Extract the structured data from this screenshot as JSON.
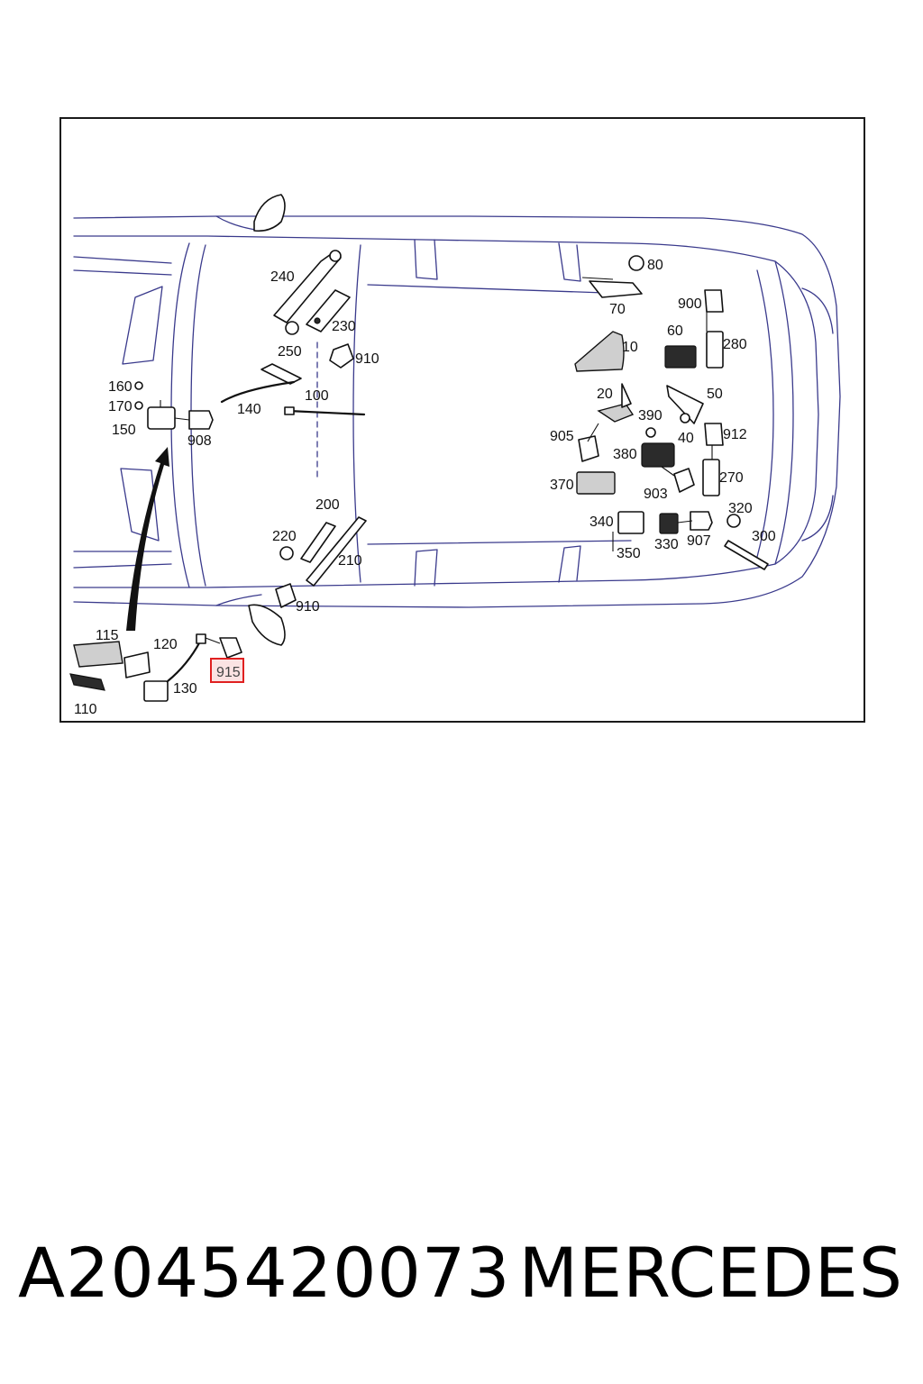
{
  "diagram": {
    "callouts": [
      "240",
      "230",
      "250",
      "910",
      "160",
      "170",
      "150",
      "908",
      "140",
      "100",
      "80",
      "70",
      "900",
      "60",
      "280",
      "10",
      "50",
      "20",
      "390",
      "40",
      "912",
      "905",
      "380",
      "903",
      "270",
      "370",
      "340",
      "350",
      "330",
      "907",
      "320",
      "300",
      "200",
      "220",
      "210",
      "910",
      "115",
      "120",
      "130",
      "110",
      "915"
    ],
    "highlighted_callout": "915",
    "highlight_color": "#e02020"
  },
  "caption": {
    "part_number": "A2045420073",
    "brand": "MERCEDES"
  }
}
